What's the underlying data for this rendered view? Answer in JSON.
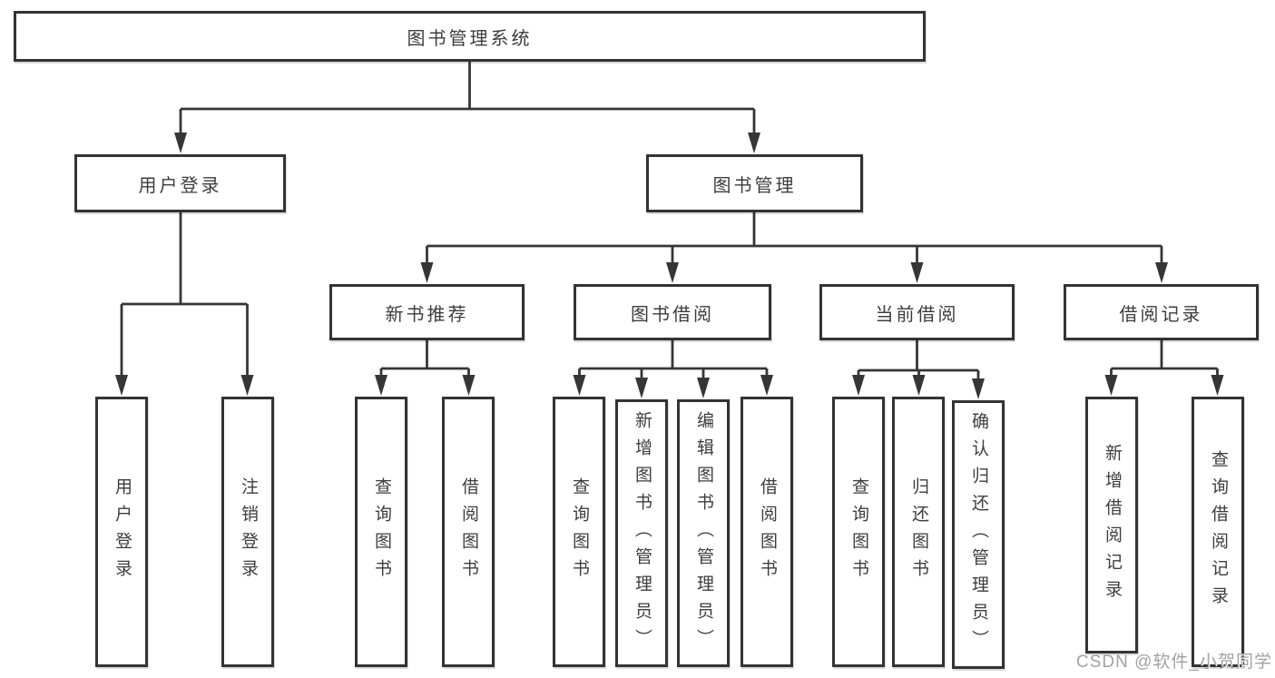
{
  "colors": {
    "line": "#363636",
    "box_border": "#333333",
    "text": "#3d3d3d",
    "watermark": "#a2a2a2",
    "background": "#ffffff"
  },
  "watermark": "CSDN @软件_小贺同学",
  "tree": {
    "root": {
      "label": "图书管理系统"
    },
    "branches": [
      {
        "label": "用户登录",
        "children": [
          "用户登录",
          "注销登录"
        ]
      },
      {
        "label": "图书管理",
        "sections": [
          {
            "label": "新书推荐",
            "children": [
              "查询图书",
              "借阅图书"
            ]
          },
          {
            "label": "图书借阅",
            "children": [
              "查询图书",
              "新增图书（管理员）",
              "编辑图书（管理员）",
              "借阅图书"
            ]
          },
          {
            "label": "当前借阅",
            "children": [
              "查询图书",
              "归还图书",
              "确认归还（管理员）"
            ]
          },
          {
            "label": "借阅记录",
            "children": [
              "新增借阅记录",
              "查询借阅记录"
            ]
          }
        ]
      }
    ]
  }
}
